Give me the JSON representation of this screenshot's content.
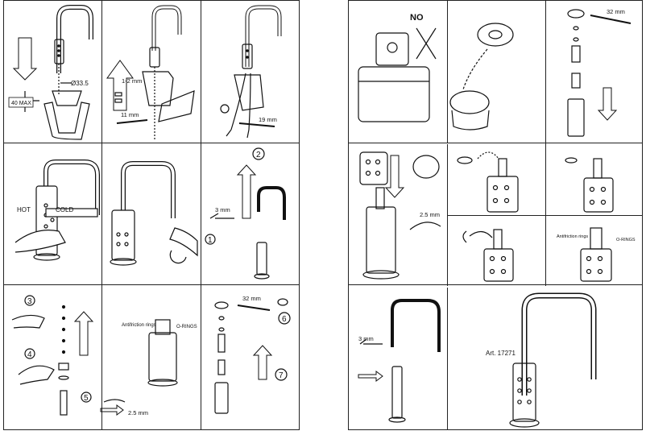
{
  "labels": {
    "diameter": "Ø33.5",
    "max_height": "40 MAX",
    "gap": "1-2 mm",
    "wrench_11": "11 mm",
    "wrench_19": "19 mm",
    "hot": "HOT",
    "cold": "COLD",
    "hex_3mm_a": "3 mm",
    "antifriction_a": "Antifriction rings",
    "orings_a": "O-RINGS",
    "hex_25mm_a": "2.5 mm",
    "wrench_32_a": "32 mm",
    "no": "NO",
    "wrench_32_b": "32 mm",
    "hex_25mm_b": "2.5 mm",
    "antifriction_b": "Antifriction rings",
    "orings_b": "O-RINGS",
    "hex_3mm_b": "3 mm",
    "article": "Art. 17271"
  },
  "step_numbers": [
    "1",
    "2",
    "3",
    "4",
    "5",
    "6",
    "7"
  ]
}
